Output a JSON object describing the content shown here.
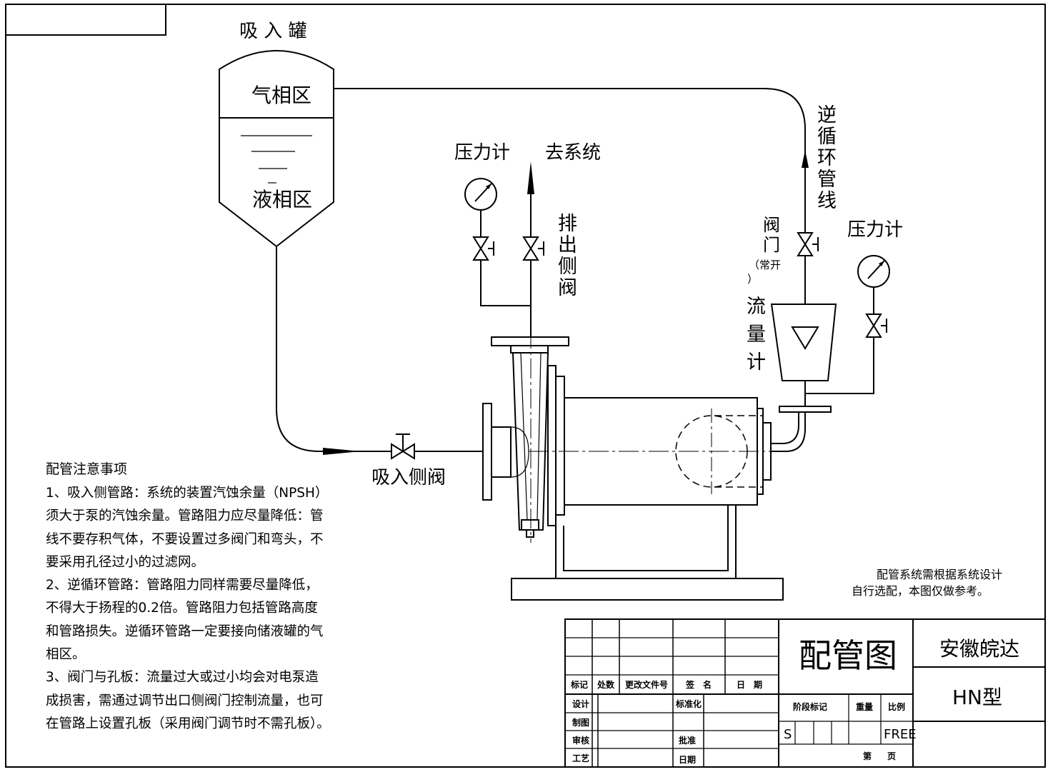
{
  "tank": {
    "title": "吸 入 罐",
    "gas_zone": "气相区",
    "liquid_zone": "液相区"
  },
  "discharge": {
    "gauge_label": "压力计",
    "to_system": "去系统",
    "valve_label": [
      "排",
      "出",
      "侧",
      "阀"
    ]
  },
  "recirculation": {
    "line_label": [
      "逆",
      "循",
      "环",
      "管",
      "线"
    ],
    "valve_label": [
      "阀",
      "门"
    ],
    "valve_note": "（常开",
    "valve_note_close": "）",
    "flowmeter_label": [
      "流",
      "量",
      "计"
    ],
    "gauge_label": "压力计"
  },
  "suction": {
    "valve_label": "吸入侧阀"
  },
  "notes": {
    "title": "配管注意事项",
    "lines": [
      "1、吸入侧管路：系统的装置汽蚀余量（NPSH）",
      "须大于泵的汽蚀余量。管路阻力应尽量降低：管",
      "线不要存积气体，不要设置过多阀门和弯头，不",
      "要采用孔径过小的过滤网。",
      "2、逆循环管路：管路阻力同样需要尽量降低，",
      "不得大于扬程的0.2倍。管路阻力包括管路高度",
      "和管路损失。逆循环管路一定要接向储液罐的气",
      "相区。",
      "3、阀门与孔板：流量过大或过小均会对电泵造",
      "成损害，需通过调节出口侧阀门控制流量，也可",
      "在管路上设置孔板（采用阀门调节时不需孔板）。"
    ]
  },
  "reference_note": {
    "line1": "配管系统需根据系统设计",
    "line2": "自行选配，本图仅做参考。"
  },
  "title_block": {
    "drawing_title": "配管图",
    "company": "安徽皖达",
    "model": "HN型",
    "header": {
      "mark": "标记",
      "count": "处数",
      "change_doc": "更改文件号",
      "sign": "签　名",
      "date": "日　期"
    },
    "rows": {
      "design": "设计",
      "draw": "制图",
      "review": "审核",
      "process": "工艺",
      "standardize": "标准化",
      "approve": "批准",
      "date": "日期"
    },
    "stage_mark": "阶段标记",
    "weight": "重量",
    "scale": "比例",
    "stage_value": "S",
    "scale_value": "FREE",
    "sheet": "第",
    "page": "页"
  }
}
